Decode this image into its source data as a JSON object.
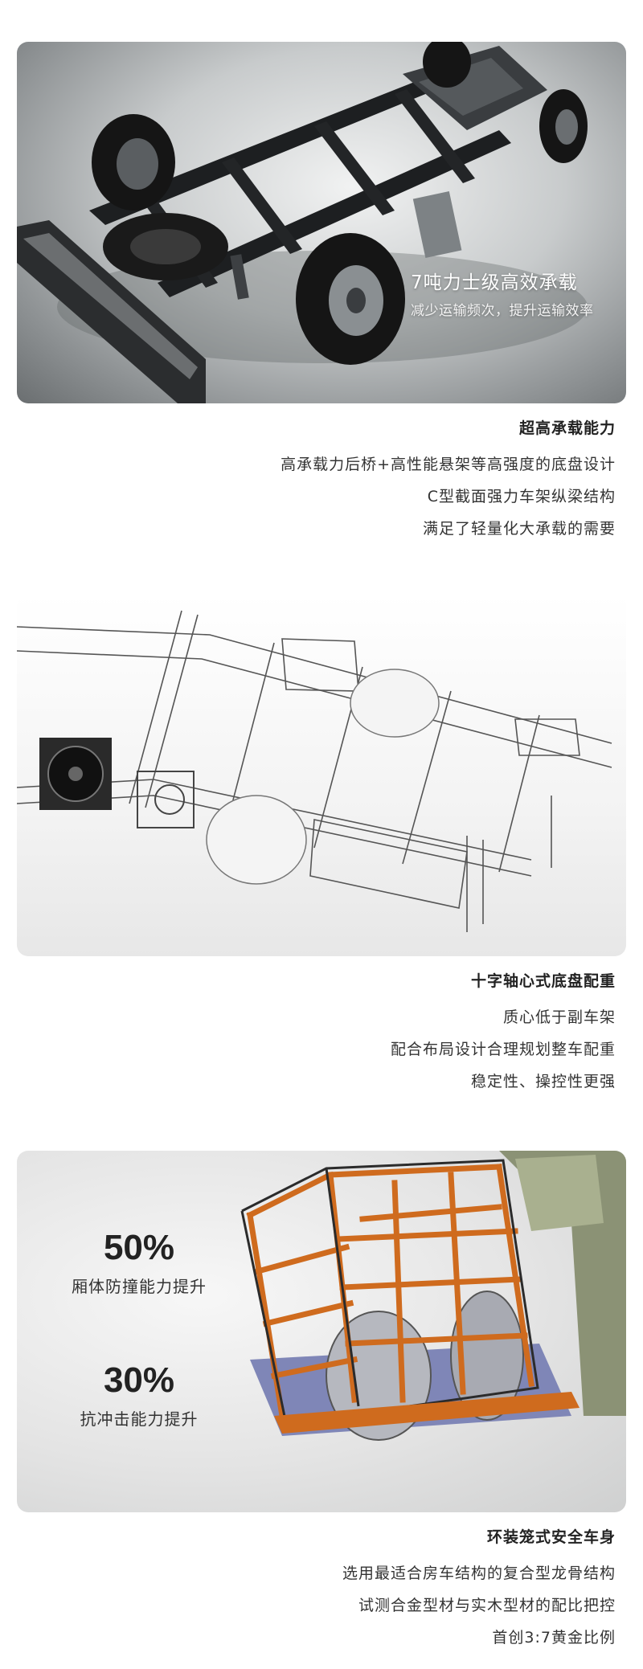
{
  "section1": {
    "overlay_title": "7吨力士级高效承载",
    "overlay_subtitle": "减少运输频次，提升运输效率",
    "heading": "超高承载能力",
    "lines": [
      "高承载力后桥+高性能悬架等高强度的底盘设计",
      "C型截面强力车架纵梁结构",
      "满足了轻量化大承载的需要"
    ]
  },
  "section2": {
    "heading": "十字轴心式底盘配重",
    "lines": [
      "质心低于副车架",
      "配合布局设计合理规划整车配重",
      "稳定性、操控性更强"
    ]
  },
  "section3": {
    "stats": [
      {
        "value": "50%",
        "label": "厢体防撞能力提升"
      },
      {
        "value": "30%",
        "label": "抗冲击能力提升"
      }
    ],
    "heading": "环装笼式安全车身",
    "lines": [
      "选用最适合房车结构的复合型龙骨结构",
      "试测合金型材与实木型材的配比把控",
      "首创3:7黄金比例"
    ]
  }
}
